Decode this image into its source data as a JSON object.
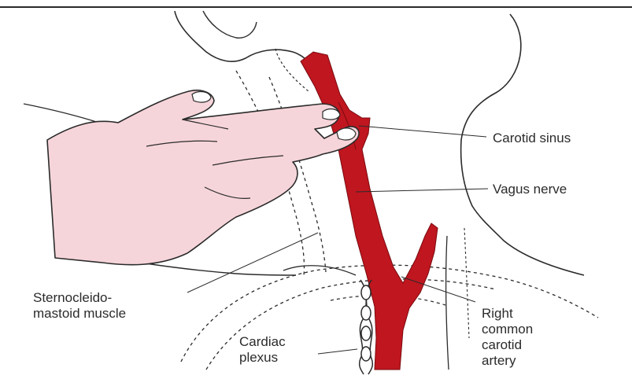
{
  "labels": {
    "carotid_sinus": "Carotid sinus",
    "vagus_nerve": "Vagus nerve",
    "scm_line1": "Sternocleido-",
    "scm_line2": "mastoid muscle",
    "right_line1": "Right",
    "right_line2": "common",
    "right_line3": "carotid",
    "right_line4": "artery",
    "cardiac_line1": "Cardiac",
    "cardiac_line2": "plexus"
  },
  "colors": {
    "artery": "#c0161f",
    "skin": "#f6d5da",
    "outline": "#2b2b2b",
    "background": "#ffffff"
  }
}
